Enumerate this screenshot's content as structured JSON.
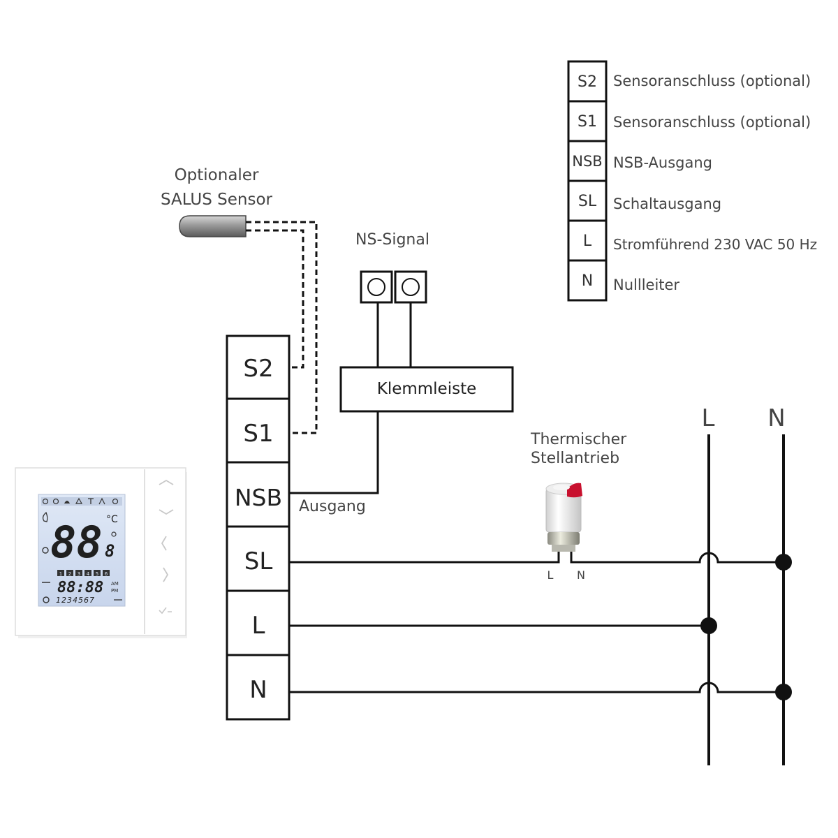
{
  "legend": [
    {
      "code": "S2",
      "text": "Sensoranschluss (optional)"
    },
    {
      "code": "S1",
      "text": "Sensoranschluss (optional)"
    },
    {
      "code": "NSB",
      "text": "NSB-Ausgang"
    },
    {
      "code": "SL",
      "text": "Schaltausgang"
    },
    {
      "code": "L",
      "text": "Stromführend 230 VAC 50 Hz"
    },
    {
      "code": "N",
      "text": "Nullleiter"
    }
  ],
  "sensor": {
    "line1": "Optionaler",
    "line2": "SALUS Sensor"
  },
  "ns_signal": "NS-Signal",
  "klemmleiste": "Klemmleiste",
  "ausgang": "Ausgang",
  "terminals": [
    "S2",
    "S1",
    "NSB",
    "SL",
    "L",
    "N"
  ],
  "actuator": {
    "line1": "Thermischer",
    "line2": "Stellantrieb",
    "pin_l": "L",
    "pin_n": "N"
  },
  "bus": {
    "l": "L",
    "n": "N"
  },
  "thermostat": {
    "big_digits": "88",
    "small_digit": "8",
    "unit": "°C",
    "time": "88:88",
    "am": "AM",
    "pm": "PM",
    "days": "1234567",
    "program_numbers": [
      "1",
      "2",
      "3",
      "4",
      "5",
      "6"
    ]
  }
}
